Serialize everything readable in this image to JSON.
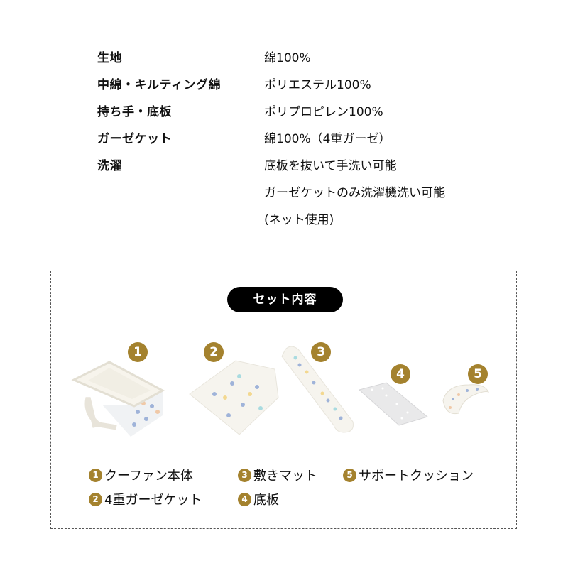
{
  "spec_table": {
    "rows": [
      {
        "label": "生地",
        "values": [
          "綿100%"
        ]
      },
      {
        "label": "中綿・キルティング綿",
        "values": [
          "ポリエステル100%"
        ]
      },
      {
        "label": "持ち手・底板",
        "values": [
          "ポリプロピレン100%"
        ]
      },
      {
        "label": "ガーゼケット",
        "values": [
          "綿100%（4重ガーゼ）"
        ]
      },
      {
        "label": "洗濯",
        "values": [
          "底板を抜いて手洗い可能",
          "ガーゼケットのみ洗濯機洗い可能",
          "(ネット使用)"
        ]
      }
    ]
  },
  "set_contents": {
    "title": "セット内容",
    "accent_color": "#a4822e",
    "items": [
      {
        "number": "1",
        "name": "クーファン本体"
      },
      {
        "number": "2",
        "name": "4重ガーゼケット"
      },
      {
        "number": "3",
        "name": "敷きマット"
      },
      {
        "number": "4",
        "name": "底板"
      },
      {
        "number": "5",
        "name": "サポートクッション"
      }
    ]
  }
}
